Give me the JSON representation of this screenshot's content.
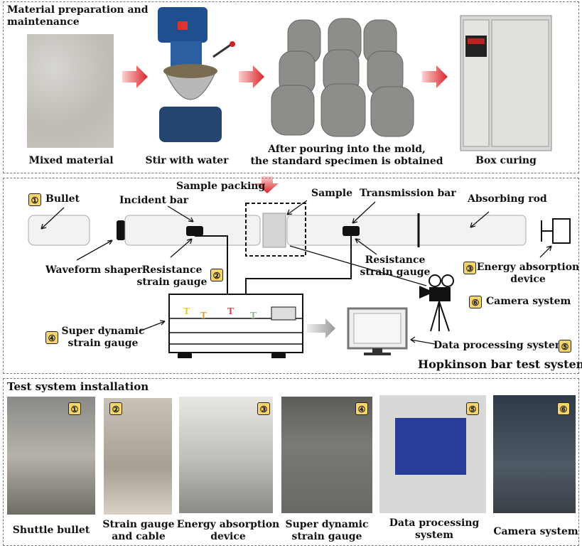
{
  "prep": {
    "title": "Material preparation and\nmaintenance",
    "step1": "Mixed material",
    "step2": "Stir with water",
    "step3": "After pouring into the mold,\nthe standard specimen is obtained",
    "step4": "Box curing"
  },
  "hop": {
    "sample_packing": "Sample packing",
    "bullet": "Bullet",
    "incident_bar": "Incident bar",
    "sample": "Sample",
    "transmission_bar": "Transmission bar",
    "absorbing_rod": "Absorbing rod",
    "waveform_shaper": "Waveform shaper",
    "resistance_gauge_1": "Resistance\nstrain gauge",
    "resistance_gauge_2": "Resistance\nstrain gauge",
    "energy_absorption": "Energy absorption\ndevice",
    "camera_system": "Camera system",
    "super_dynamic": "Super dynamic\nstrain gauge",
    "data_processing": "Data processing system",
    "system_title": "Hopkinson bar test system",
    "badges": [
      "①",
      "②",
      "③",
      "④",
      "⑤",
      "⑥"
    ]
  },
  "install": {
    "title": "Test system installation",
    "captions": [
      "Shuttle bullet",
      "Strain gauge\nand cable",
      "Energy absorption\ndevice",
      "Super dynamic\nstrain gauge",
      "Data processing\nsystem",
      "Camera system"
    ],
    "badges": [
      "①",
      "②",
      "③",
      "④",
      "⑤",
      "⑥"
    ]
  },
  "colors": {
    "badge_fill": "#f5d56b",
    "arrow_red": "#d9262c",
    "panel_border": "#777777"
  }
}
